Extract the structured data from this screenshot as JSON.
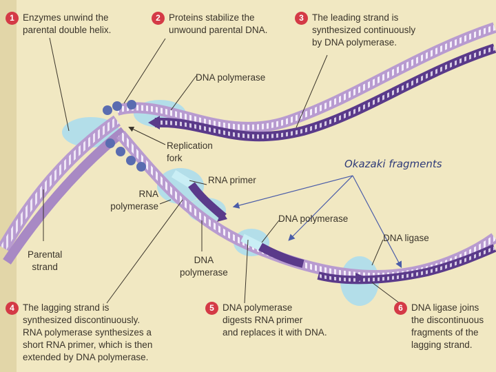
{
  "steps": [
    {
      "num": "1",
      "text": "Enzymes unwind the\nparental double helix."
    },
    {
      "num": "2",
      "text": "Proteins stabilize the\nunwound parental DNA."
    },
    {
      "num": "3",
      "text": "The leading strand is\nsynthesized continuously\nby DNA polymerase."
    },
    {
      "num": "4",
      "text": "The lagging strand is\nsynthesized discontinuously.\nRNA polymerase synthesizes a\nshort RNA primer, which is then\nextended by DNA polymerase."
    },
    {
      "num": "5",
      "text": "DNA polymerase\ndigests RNA primer\nand replaces it with DNA."
    },
    {
      "num": "6",
      "text": "DNA ligase joins\nthe discontinuous\nfragments of the\nlagging strand."
    }
  ],
  "labels": {
    "dna_polymerase_top": "DNA polymerase",
    "replication_fork": "Replication\nfork",
    "rna_primer": "RNA primer",
    "rna_polymerase": "RNA\npolymerase",
    "dna_polymerase_mid": "DNA polymerase",
    "dna_ligase": "DNA ligase",
    "parental_strand": "Parental\nstrand",
    "dna_polymerase_low": "DNA\npolymerase"
  },
  "overlay_label": "Okazaki fragments",
  "colors": {
    "strand_light": "#b89bd0",
    "strand_dark": "#5a3a8a",
    "enzyme_glow": "#a8dcf0",
    "protein_blue": "#5a6cb0",
    "step_badge": "#d43a46",
    "overlay_arrow": "#4a5ca8"
  }
}
